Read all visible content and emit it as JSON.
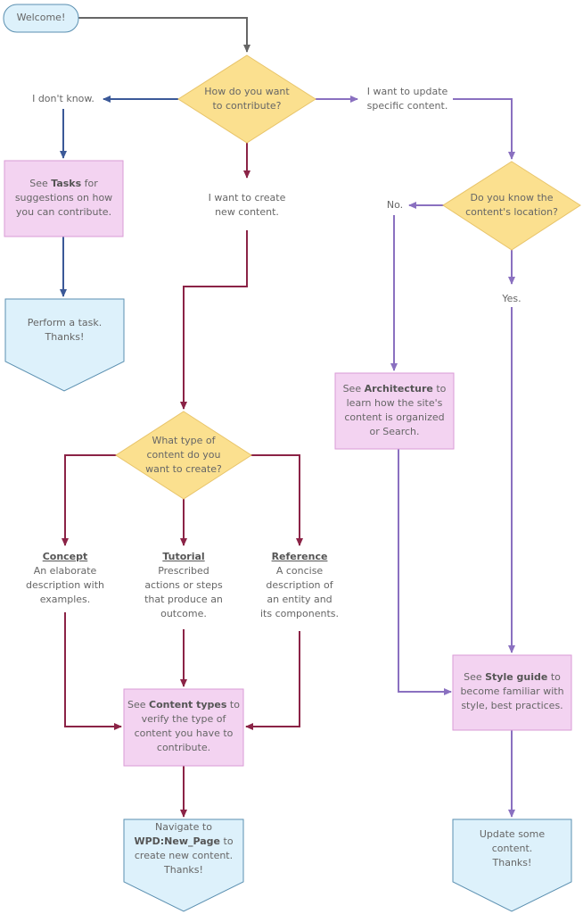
{
  "nodes": {
    "start": {
      "text": "Welcome!"
    },
    "q_contribute": {
      "lines": [
        "How do you want",
        "to contribute?"
      ]
    },
    "q_location": {
      "lines": [
        "Do you know the",
        "content's location?"
      ]
    },
    "q_type": {
      "lines": [
        "What type of",
        "content do you",
        "want to create?"
      ]
    },
    "tasks": {
      "pre": "See ",
      "bold": "Tasks",
      "post": " for",
      "lines": [
        "suggestions on how",
        "you can contribute."
      ]
    },
    "perform": {
      "lines": [
        "Perform a task.",
        "Thanks!"
      ]
    },
    "architecture": {
      "pre": "See ",
      "bold": "Architecture",
      "post": " to",
      "lines": [
        "learn how the site's",
        "content is organized",
        "or Search."
      ]
    },
    "content_types": {
      "pre": "See ",
      "bold": "Content types",
      "post": " to",
      "lines": [
        "verify the type of",
        "content you have to",
        "contribute."
      ]
    },
    "style_guide": {
      "pre": "See ",
      "bold": "Style guide",
      "post": " to",
      "lines": [
        "become familiar with",
        "style, best practices."
      ]
    },
    "navigate": {
      "line1": "Navigate to",
      "bold": "WPD:New_Page",
      "post": " to",
      "lines": [
        "create new content.",
        "Thanks!"
      ]
    },
    "update": {
      "lines": [
        "Update some",
        "content.",
        "Thanks!"
      ]
    }
  },
  "labels": {
    "dont_know": "I don't know.",
    "create_new": [
      "I want to create",
      "new content."
    ],
    "update_specific": [
      "I want to update",
      "specific content."
    ],
    "no": "No.",
    "yes": "Yes."
  },
  "types": {
    "concept": {
      "title": "Concept",
      "lines": [
        "An elaborate",
        "description with",
        "examples."
      ]
    },
    "tutorial": {
      "title": "Tutorial",
      "lines": [
        "Prescribed",
        "actions or steps",
        "that produce an",
        "outcome."
      ]
    },
    "reference": {
      "title": "Reference",
      "lines": [
        "A concise",
        "description of",
        "an entity and",
        "its components."
      ]
    }
  },
  "colors": {
    "gray_edge": "#666666",
    "blue_edge": "#3b5998",
    "red_edge": "#8b2346",
    "purple_edge": "#8a70c0",
    "decision_fill": "#fbe08f",
    "decision_stroke": "#e8c46a",
    "process_fill": "#f3d3f1",
    "process_stroke": "#d99bd6",
    "terminal_fill": "#ddf1fb",
    "terminal_stroke": "#5a8fb0"
  }
}
